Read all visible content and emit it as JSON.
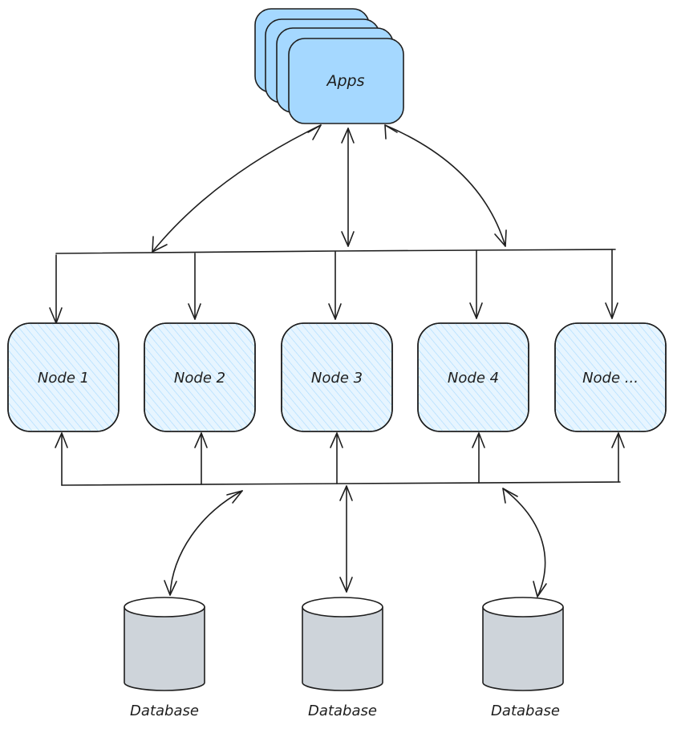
{
  "diagram": {
    "apps": {
      "label": "Apps"
    },
    "nodes": [
      {
        "label": "Node 1"
      },
      {
        "label": "Node 2"
      },
      {
        "label": "Node 3"
      },
      {
        "label": "Node 4"
      },
      {
        "label": "Node ..."
      }
    ],
    "databases": [
      {
        "label": "Database"
      },
      {
        "label": "Database"
      },
      {
        "label": "Database"
      }
    ],
    "colors": {
      "apps_fill": "#a5d8ff",
      "node_fill": "#e7f5ff",
      "node_hatch": "#a5d8ff",
      "db_fill": "#ced4da",
      "stroke": "#1e1e1e"
    }
  }
}
